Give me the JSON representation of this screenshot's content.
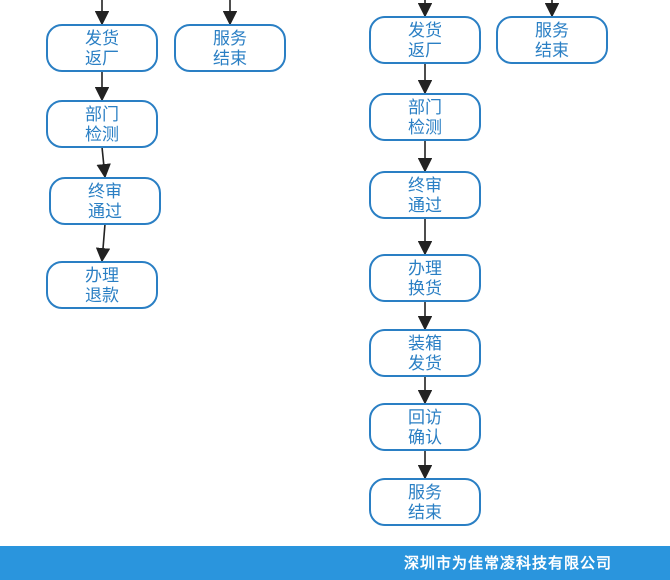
{
  "flow": {
    "left": [
      {
        "id": "l1",
        "lines": [
          "发货",
          "返厂"
        ]
      },
      {
        "id": "l2",
        "lines": [
          "服务",
          "结束"
        ]
      },
      {
        "id": "l3",
        "lines": [
          "部门",
          "检测"
        ]
      },
      {
        "id": "l4",
        "lines": [
          "终审",
          "通过"
        ]
      },
      {
        "id": "l5",
        "lines": [
          "办理",
          "退款"
        ]
      }
    ],
    "right": [
      {
        "id": "r1",
        "lines": [
          "发货",
          "返厂"
        ]
      },
      {
        "id": "r2",
        "lines": [
          "服务",
          "结束"
        ]
      },
      {
        "id": "r3",
        "lines": [
          "部门",
          "检测"
        ]
      },
      {
        "id": "r4",
        "lines": [
          "终审",
          "通过"
        ]
      },
      {
        "id": "r5",
        "lines": [
          "办理",
          "换货"
        ]
      },
      {
        "id": "r6",
        "lines": [
          "装箱",
          "发货"
        ]
      },
      {
        "id": "r7",
        "lines": [
          "回访",
          "确认"
        ]
      },
      {
        "id": "r8",
        "lines": [
          "服务",
          "结束"
        ]
      }
    ]
  },
  "footer": {
    "company": "深圳市为佳常凌科技有限公司"
  },
  "colors": {
    "node_border": "#2a7fc4",
    "node_text": "#2a7fc4",
    "arrow": "#222222",
    "footer_bg": "#2a95dd",
    "footer_text": "#ffffff"
  }
}
